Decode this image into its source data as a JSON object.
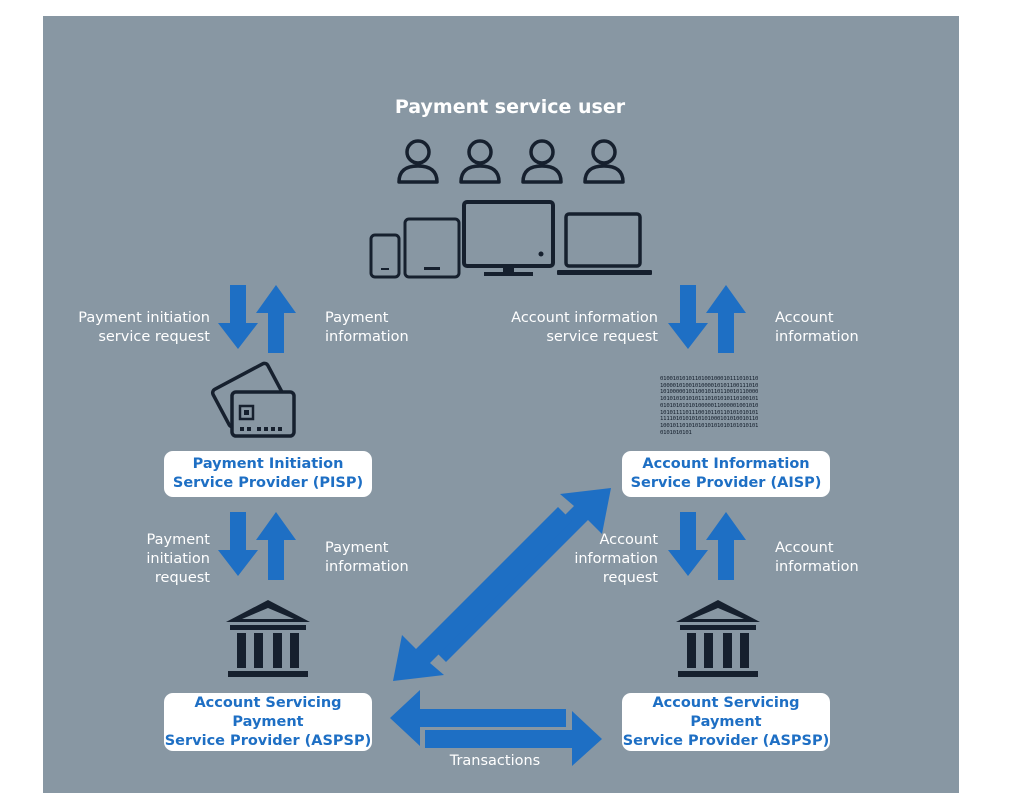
{
  "title": "Payment service user",
  "labels": {
    "pisp_request": [
      "Payment initiation",
      "service request"
    ],
    "pisp_info": [
      "Payment",
      "information"
    ],
    "aisp_request": [
      "Account information",
      "service request"
    ],
    "aisp_info": [
      "Account",
      "information"
    ],
    "bank_left_request": [
      "Payment",
      "initiation",
      "request"
    ],
    "bank_left_info": [
      "Payment",
      "information"
    ],
    "bank_right_request": [
      "Account",
      "information",
      "request"
    ],
    "bank_right_info": [
      "Account",
      "information"
    ],
    "transactions": "Transactions"
  },
  "boxes": {
    "pisp": [
      "Payment Initiation",
      "Service Provider (PISP)"
    ],
    "aisp": [
      "Account Information",
      "Service Provider (AISP)"
    ],
    "aspsp_left": [
      "Account Servicing Payment",
      "Service Provider (ASPSP)"
    ],
    "aspsp_right": [
      "Account Servicing Payment",
      "Service Provider (ASPSP)"
    ]
  },
  "binary_text": "010010101011010010001011101011010000101001010000101011001110101010000010110010110110010110000101010101010111010101011010010101010101010100000110000010010101010111101110010110110101010101111101010101010100010101001011010010110101010101010101010101010101010101",
  "colors": {
    "panel": "#8897a3",
    "arrow": "#1e6fc4",
    "icon": "#16202e",
    "box_text": "#1e6fc4"
  }
}
